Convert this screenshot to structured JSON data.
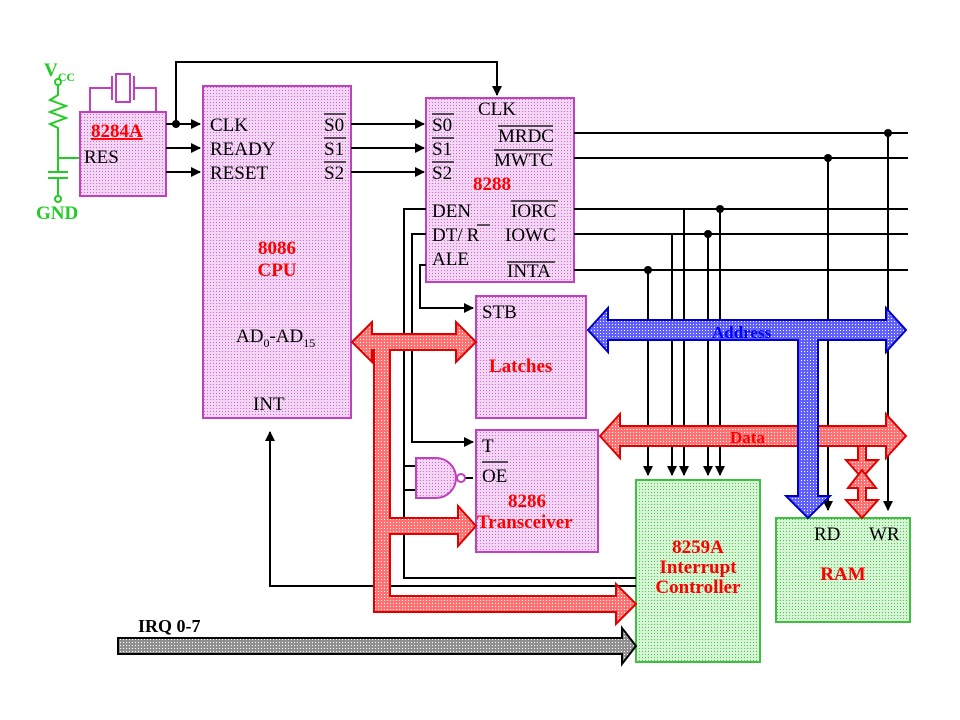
{
  "power": {
    "vcc": "V",
    "vcc_sub": "CC",
    "gnd": "GND"
  },
  "clockgen": {
    "title": "8284A",
    "res": "RES"
  },
  "cpu": {
    "clk": "CLK",
    "ready": "READY",
    "reset": "RESET",
    "s0": "S0",
    "s1": "S1",
    "s2": "S2",
    "name1": "8086",
    "name2": "CPU",
    "ad_main": "AD",
    "ad_sub1": "0",
    "ad_mid": "-AD",
    "ad_sub2": "15",
    "int": "INT"
  },
  "busctrl": {
    "s0": "S0",
    "s1": "S1",
    "s2": "S2",
    "clk": "CLK",
    "mrdc": "MRDC",
    "mwtc": "MWTC",
    "name": "8288",
    "den": "DEN",
    "dtr": "DT/",
    "dtr_bar": "R",
    "iorc": "IORC",
    "iowc": "IOWC",
    "ale": "ALE",
    "inta": "INTA"
  },
  "latches": {
    "stb": "STB",
    "name": "Latches"
  },
  "transceiver": {
    "t": "T",
    "oe": "OE",
    "name1": "8286",
    "name2": "Transceiver"
  },
  "pic": {
    "name1": "8259A",
    "name2": "Interrupt",
    "name3": "Controller"
  },
  "ram": {
    "rd": "RD",
    "wr": "WR",
    "name": "RAM"
  },
  "buses": {
    "address": "Address",
    "data": "Data",
    "irq": "IRQ 0-7"
  },
  "colors": {
    "chip_purple": "#f0c8f0",
    "chip_purple_border": "#c040c0",
    "chip_green": "#c8f0c8",
    "chip_green_border": "#40c040",
    "bus_blue": "#4a4aff",
    "bus_red": "#ff5050",
    "irq_gray": "#808080"
  }
}
